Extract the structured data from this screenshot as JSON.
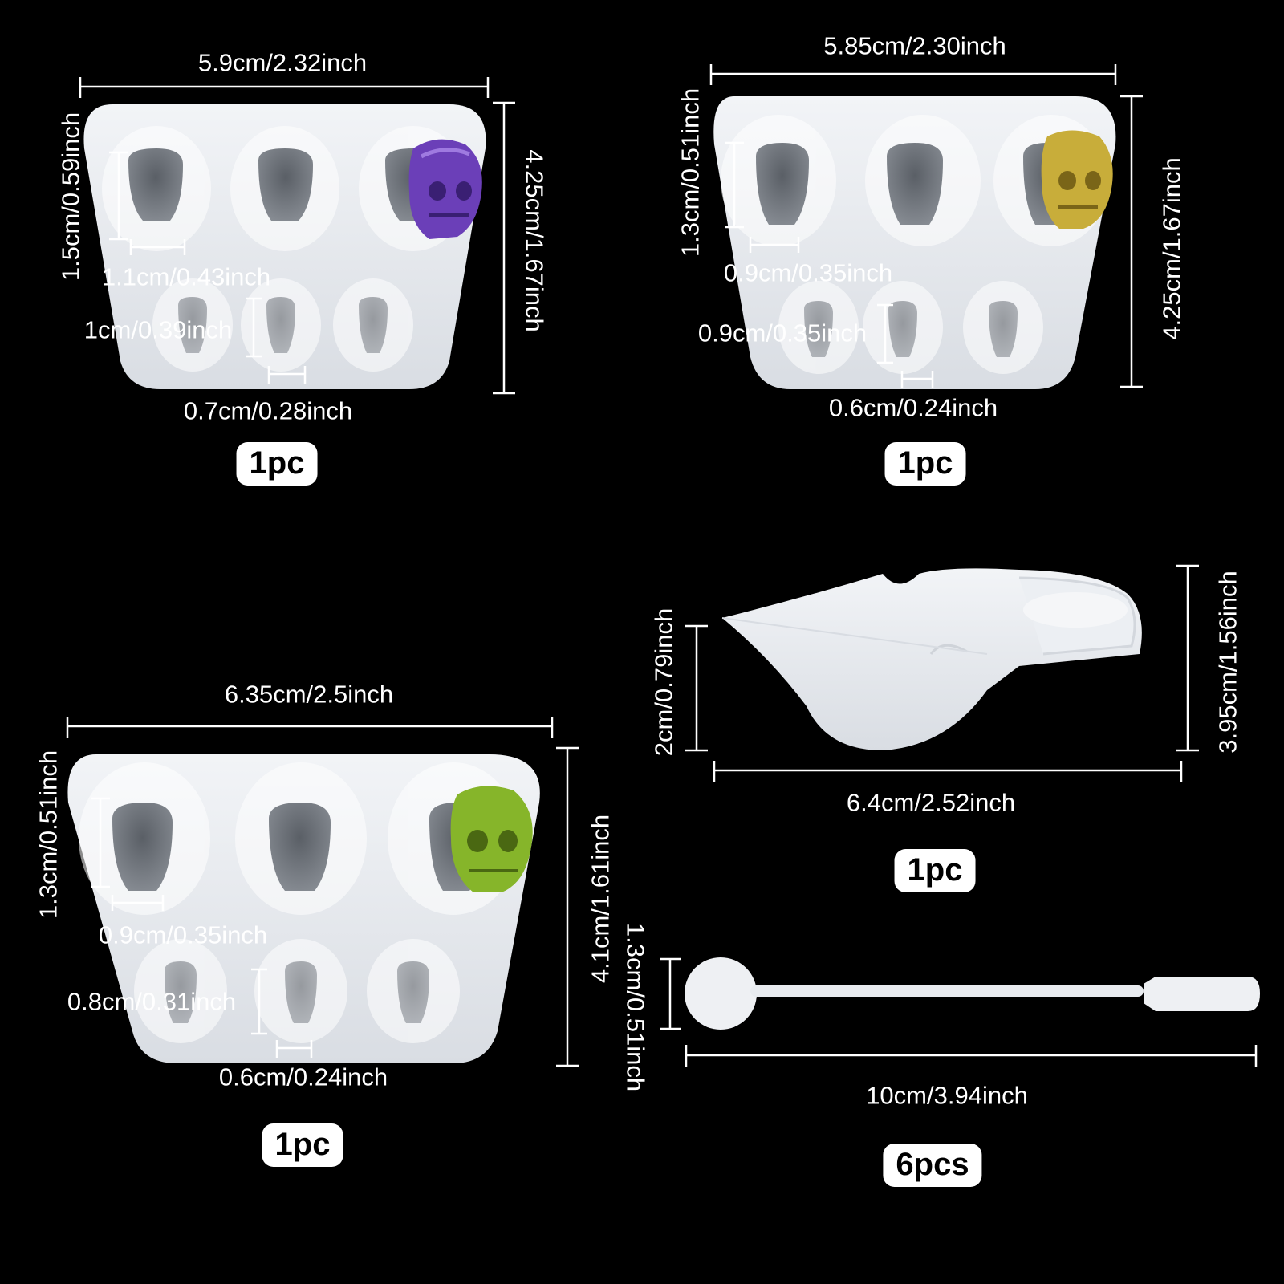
{
  "colors": {
    "background": "#000000",
    "silicone": "#e6e9ee",
    "skull_purple": "#6b3fb8",
    "skull_yellow": "#c8ad3a",
    "skull_green": "#86b52a"
  },
  "mold1": {
    "width": "5.9cm/2.32inch",
    "height": "4.25cm/1.67inch",
    "big_cavity_h": "1.5cm/0.59inch",
    "big_cavity_w": "1.1cm/0.43inch",
    "small_cavity_h": "1cm/0.39inch",
    "small_cavity_w": "0.7cm/0.28inch",
    "qty": "1pc"
  },
  "mold2": {
    "width": "5.85cm/2.30inch",
    "height": "4.25cm/1.67inch",
    "big_cavity_h": "1.3cm/0.51inch",
    "big_cavity_w": "0.9cm/0.35inch",
    "small_cavity_h": "0.9cm/0.35inch",
    "small_cavity_w": "0.6cm/0.24inch",
    "qty": "1pc"
  },
  "mold3": {
    "width": "6.35cm/2.5inch",
    "height": "4.1cm/1.61inch",
    "big_cavity_h": "1.3cm/0.51inch",
    "big_cavity_w": "0.9cm/0.35inch",
    "small_cavity_h": "0.8cm/0.31inch",
    "small_cavity_w": "0.6cm/0.24inch",
    "qty": "1pc"
  },
  "cup": {
    "height_front": "2cm/0.79inch",
    "height_total": "3.95cm/1.56inch",
    "width": "6.4cm/2.52inch",
    "qty": "1pc"
  },
  "stick": {
    "head_h": "1.3cm/0.51inch",
    "length": "10cm/3.94inch",
    "qty": "6pcs"
  }
}
